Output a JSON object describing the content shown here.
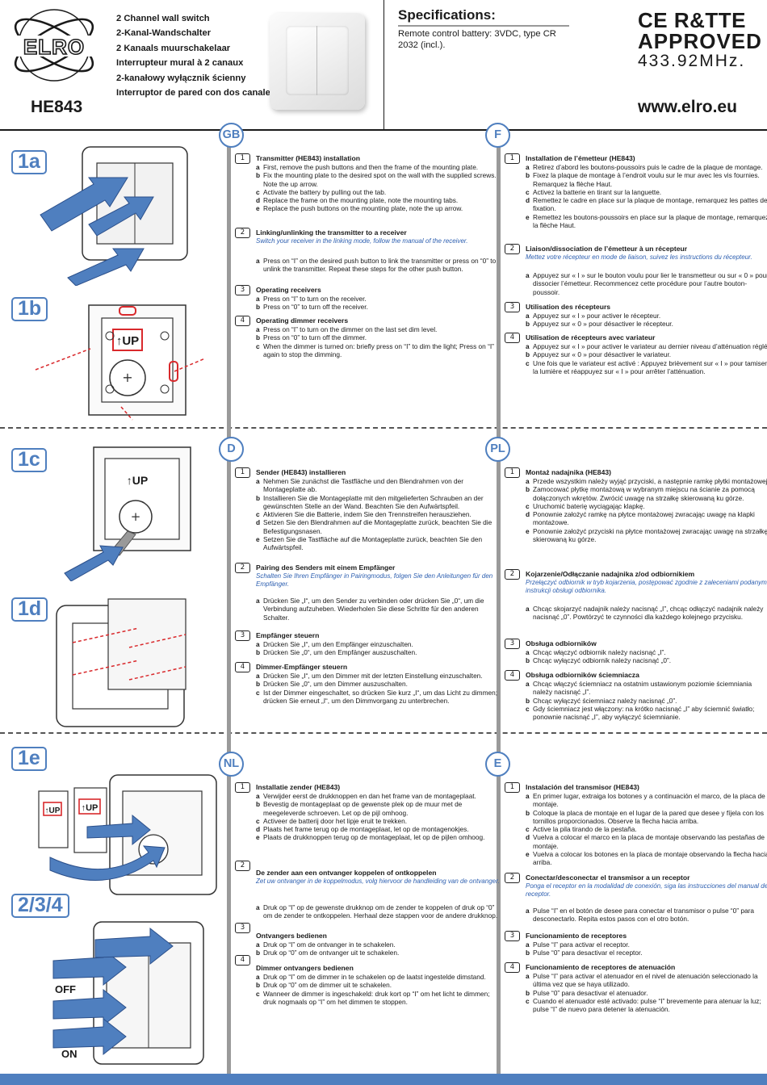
{
  "header": {
    "brand": "ELRO",
    "model": "HE843",
    "product_titles": [
      "2 Channel wall switch",
      "2-Kanal-Wandschalter",
      "2 Kanaals muurschakelaar",
      "Interrupteur mural à 2 canaux",
      "2-kanałowy wyłącznik ścienny",
      "Interruptor de pared con dos canales"
    ],
    "specs_title": "Specifications:",
    "specs_text": "Remote control battery: 3VDC, type CR 2032 (incl.).",
    "certification": "CE R&TTE",
    "approved": "APPROVED",
    "frequency": "433.92MHz.",
    "website": "www.elro.eu"
  },
  "steps": {
    "s1a": "1a",
    "s1b": "1b",
    "s1c": "1c",
    "s1d": "1d",
    "s1e": "1e",
    "s234": "2/3/4",
    "up_label": "UP",
    "off_label": "OFF",
    "on_label": "ON"
  },
  "sections": {
    "gb": {
      "code": "GB",
      "items": [
        {
          "num": "1",
          "title": "Transmitter (HE843) installation",
          "subs": [
            "First, remove the push buttons and then the frame of the mounting plate.",
            "Fix the mounting plate to the desired spot on the wall with the supplied screws. Note the up arrow.",
            "Activate the battery by pulling out the tab.",
            "Replace the frame on the mounting plate, note the mounting tabs.",
            "Replace the push buttons on the mounting plate, note the up arrow."
          ]
        },
        {
          "num": "2",
          "title": "Linking/unlinking the transmitter to a receiver",
          "note": "Switch your receiver in the linking mode, follow the manual of the receiver.",
          "subs": [
            "Press on “I” on the desired push button to link the transmitter or press on “0” to unlink the transmitter. Repeat these steps for the other push button."
          ]
        },
        {
          "num": "3",
          "title": "Operating receivers",
          "subs": [
            "Press on “I” to turn on the receiver.",
            "Press on “0” to turn off the receiver."
          ]
        },
        {
          "num": "4",
          "title": "Operating dimmer receivers",
          "subs": [
            "Press on “I” to turn on the dimmer on the last set dim level.",
            "Press on “0” to turn off the dimmer.",
            "When the dimmer is turned on: briefly press on “I” to dim the light; Press on “I” again to stop the dimming."
          ]
        }
      ]
    },
    "f": {
      "code": "F",
      "items": [
        {
          "num": "1",
          "title": "Installation de l’émetteur (HE843)",
          "subs": [
            "Retirez d’abord les boutons-poussoirs puis le cadre de la plaque de montage.",
            "Fixez la plaque de montage à l’endroit voulu sur le mur avec les vis fournies. Remarquez la flèche Haut.",
            "Activez la batterie en tirant sur la languette.",
            "Remettez le cadre en place sur la plaque de montage, remarquez les pattes de fixation.",
            "Remettez les boutons-poussoirs en place sur la plaque de montage, remarquez la flèche Haut."
          ]
        },
        {
          "num": "2",
          "title": "Liaison/dissociation de l’émetteur à un récepteur",
          "note": "Mettez votre récepteur en mode de liaison, suivez les instructions du récepteur.",
          "subs": [
            "Appuyez sur « I » sur le bouton voulu pour lier le transmetteur ou sur « 0 » pour dissocier l’émetteur. Recommencez cette procédure pour l’autre bouton-poussoir."
          ]
        },
        {
          "num": "3",
          "title": "Utilisation des récepteurs",
          "subs": [
            "Appuyez sur « I » pour activer le récepteur.",
            "Appuyez sur « 0 » pour désactiver le récepteur."
          ]
        },
        {
          "num": "4",
          "title": "Utilisation de récepteurs avec variateur",
          "subs": [
            "Appuyez sur « I » pour activer le variateur au dernier niveau d’atténuation réglé.",
            "Appuyez sur « 0 » pour désactiver le variateur.",
            "Une fois que le variateur est activé : Appuyez brièvement sur « I » pour tamiser la lumière et réappuyez sur « I » pour arrêter l’atténuation."
          ]
        }
      ]
    },
    "d": {
      "code": "D",
      "items": [
        {
          "num": "1",
          "title": "Sender (HE843) installieren",
          "subs": [
            "Nehmen Sie zunächst die Tastfläche und den Blendrahmen von der Montageplatte ab.",
            "Installieren Sie die Montageplatte mit den mitgelieferten Schrauben an der gewünschten Stelle an der Wand. Beachten Sie den Aufwärtspfeil.",
            "Aktivieren Sie die Batterie, indem Sie den Trennstreifen herausziehen.",
            "Setzen Sie den Blendrahmen auf die Montageplatte zurück, beachten Sie die Befestigungsnasen.",
            "Setzen Sie die Tastfläche auf die Montageplatte zurück, beachten Sie den Aufwärtspfeil."
          ]
        },
        {
          "num": "2",
          "title": "Pairing des Senders mit einem Empfänger",
          "note": "Schalten Sie Ihren Empfänger in Pairingmodus, folgen Sie den Anleitungen für den Empfänger.",
          "subs": [
            "Drücken Sie „I“, um den Sender zu verbinden oder drücken Sie „0“, um die Verbindung aufzuheben. Wiederholen Sie diese Schritte für den anderen Schalter."
          ]
        },
        {
          "num": "3",
          "title": "Empfänger steuern",
          "subs": [
            "Drücken Sie „I“, um den Empfänger einzuschalten.",
            "Drücken Sie „0“, um den Empfänger auszuschalten."
          ]
        },
        {
          "num": "4",
          "title": "Dimmer-Empfänger steuern",
          "subs": [
            "Drücken Sie „I“, um den Dimmer mit der letzten Einstellung einzuschalten.",
            "Drücken Sie „0“, um den Dimmer auszuschalten.",
            "Ist der Dimmer eingeschaltet, so drücken Sie kurz „I“, um das Licht zu dimmen; drücken Sie erneut „I“, um den Dimmvorgang zu unterbrechen."
          ]
        }
      ]
    },
    "pl": {
      "code": "PL",
      "items": [
        {
          "num": "1",
          "title": "Montaż nadajnika (HE843)",
          "subs": [
            "Przede wszystkim należy wyjąć przyciski, a następnie ramkę płytki montażowej.",
            "Zamocować płytkę montażową w wybranym miejscu na ścianie za pomocą dołączonych wkrętów. Zwrócić uwagę na strzałkę skierowaną ku górze.",
            "Uruchomić baterię wyciągając klapkę.",
            "Ponownie założyć ramkę na płytce montażowej zwracając uwagę na klapki montażowe.",
            "Ponownie założyć przyciski na płytce montażowej zwracając uwagę na strzałkę skierowaną ku górze."
          ]
        },
        {
          "num": "2",
          "title": "Kojarzenie/Odłączanie nadajnika z/od odbiornikiem",
          "note": "Przełączyć odbiornik w tryb kojarzenia, postępować zgodnie z zaleceniami podanymi w instrukcji obsługi odbiornika.",
          "subs": [
            "Chcąc skojarzyć nadajnik należy nacisnąć „I”, chcąc odłączyć nadajnik należy nacisnąć „0”. Powtórzyć te czynności dla każdego kolejnego przycisku."
          ]
        },
        {
          "num": "3",
          "title": "Obsługa odbiorników",
          "subs": [
            "Chcąc włączyć odbiornik należy nacisnąć „I”.",
            "Chcąc wyłączyć odbiornik należy nacisnąć „0”."
          ]
        },
        {
          "num": "4",
          "title": "Obsługa odbiorników ściemniacza",
          "subs": [
            "Chcąc włączyć ściemniacz na ostatnim ustawionym poziomie ściemniania należy nacisnąć „I”.",
            "Chcąc wyłączyć ściemniacz należy nacisnąć „0”.",
            "Gdy ściemniacz jest włączony: na krótko nacisnąć „I” aby ściemnić światło; ponownie nacisnąć „I”, aby wyłączyć ściemnianie."
          ]
        }
      ]
    },
    "nl": {
      "code": "NL",
      "items": [
        {
          "num": "1",
          "title": "Installatie zender (HE843)",
          "subs": [
            "Verwijder eerst de drukknoppen en dan het frame van de montageplaat.",
            "Bevestig de montageplaat op de gewenste plek op de muur met de meegeleverde schroeven. Let op de pijl omhoog.",
            "Activeer de batterij door het lipje eruit te trekken.",
            "Plaats het frame terug op de montageplaat, let op de montagenokjes.",
            "Plaats de drukknoppen terug op de montageplaat, let op de pijlen omhoog."
          ]
        },
        {
          "num": "2",
          "title": "De zender aan een ontvanger koppelen of ontkoppelen",
          "note": "Zet uw ontvanger in de koppelmodus, volg hiervoor de handleiding van de ontvanger.",
          "subs": [
            "Druk op “I” op de gewenste drukknop om de zender te koppelen of druk op “0” om de zender te ontkoppelen. Herhaal deze stappen voor de andere drukknop."
          ]
        },
        {
          "num": "3",
          "title": "Ontvangers bedienen",
          "subs": [
            "Druk op “I” om de ontvanger in te schakelen.",
            "Druk op “0” om de ontvanger uit te schakelen."
          ]
        },
        {
          "num": "4",
          "title": "Dimmer ontvangers bedienen",
          "subs": [
            "Druk op “I” om de dimmer in te schakelen op de laatst ingestelde dimstand.",
            "Druk op “0” om de dimmer uit te schakelen.",
            "Wanneer de dimmer is ingeschakeld: druk kort op “I” om het licht te dimmen; druk nogmaals op “I” om het dimmen te stoppen."
          ]
        }
      ]
    },
    "e": {
      "code": "E",
      "items": [
        {
          "num": "1",
          "title": "Instalación del transmisor (HE843)",
          "subs": [
            "En primer lugar, extraiga los botones y a continuación el marco, de la placa de montaje.",
            "Coloque la placa de montaje en el lugar de la pared que desee y fíjela con los tornillos proporcionados. Observe la flecha hacia arriba.",
            "Active la pila tirando de la pestaña.",
            "Vuelva a colocar el marco en la placa de montaje observando las pestañas de montaje.",
            "Vuelva a colocar los botones en la placa de montaje observando la flecha hacia arriba."
          ]
        },
        {
          "num": "2",
          "title": "Conectar/desconectar el transmisor a un receptor",
          "note": "Ponga el receptor en la modalidad de conexión, siga las instrucciones del manual del receptor.",
          "subs": [
            "Pulse “I” en el botón de desee para conectar el transmisor o pulse “0” para desconectarlo. Repita estos pasos con el otro botón."
          ]
        },
        {
          "num": "3",
          "title": "Funcionamiento de receptores",
          "subs": [
            "Pulse “I” para activar el receptor.",
            "Pulse “0” para desactivar el receptor."
          ]
        },
        {
          "num": "4",
          "title": "Funcionamiento de receptores de atenuación",
          "subs": [
            "Pulse “I” para activar el atenuador en el nivel de atenuación seleccionado la última vez que se haya utilizado.",
            "Pulse “0” para desactivar el atenuador.",
            "Cuando el atenuador esté activado: pulse “I” brevemente para atenuar la luz; pulse “I” de nuevo para detener la atenuación."
          ]
        }
      ]
    }
  },
  "colors": {
    "accent": "#4f7fbf",
    "red": "#d9292c",
    "separator": "#9a9a9a"
  }
}
